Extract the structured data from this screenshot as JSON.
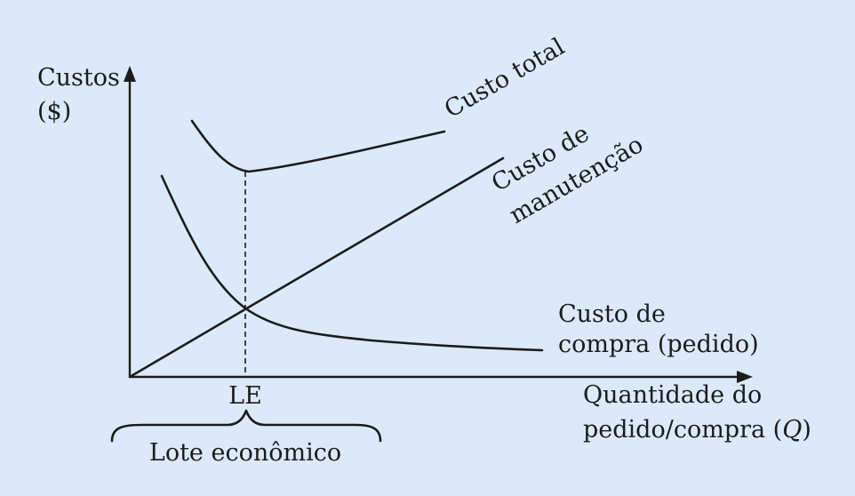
{
  "y_axis": {
    "line1": "Custos",
    "line2": "($)"
  },
  "x_axis": {
    "line1": "Quantidade do",
    "line2_prefix": "pedido/compra (",
    "line2_var": "Q",
    "line2_suffix": ")"
  },
  "curves": {
    "total": "Custo total",
    "carrying": {
      "line1": "Custo de",
      "line2": "manutenção"
    },
    "ordering": {
      "line1": "Custo de",
      "line2": "compra (pedido)"
    }
  },
  "marker": {
    "label": "LE"
  },
  "brace": {
    "label": "Lote econômico"
  },
  "colors": {
    "background": "#dce9fb",
    "ink": "#1c1c1c"
  }
}
